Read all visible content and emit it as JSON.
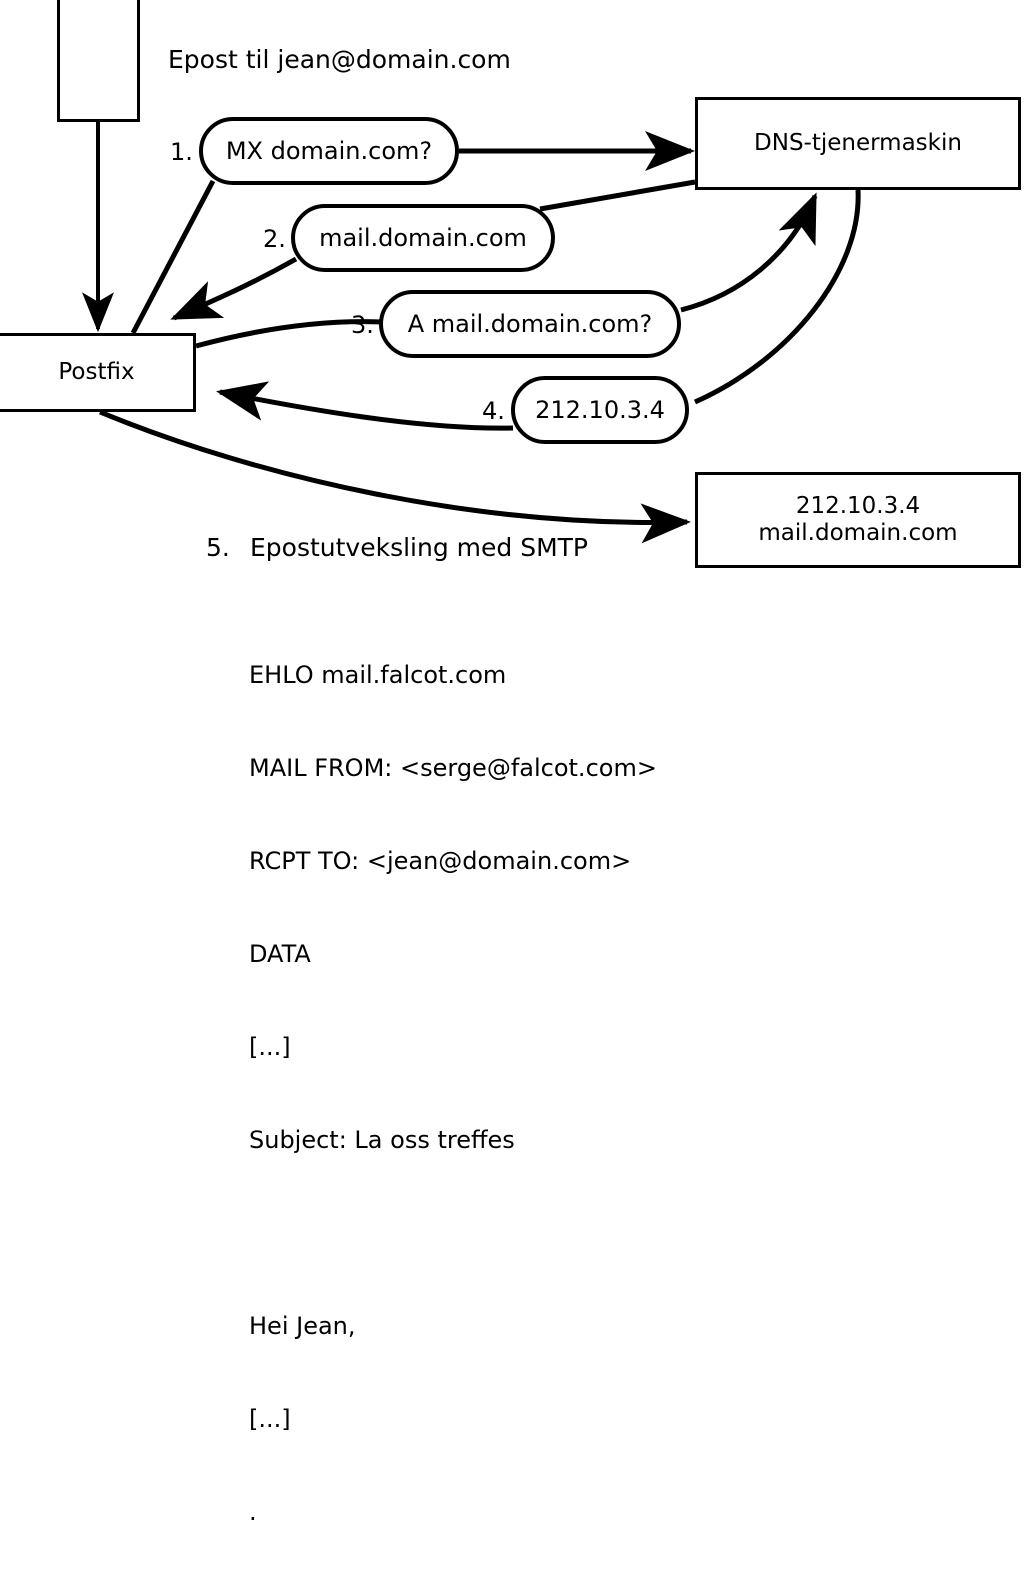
{
  "diagram": {
    "title_text": "Epost til jean@domain.com",
    "colors": {
      "stroke": "#000000",
      "background": "#ffffff",
      "text": "#000000"
    },
    "nodes": {
      "client_box": {
        "label": ""
      },
      "postfix_box": {
        "label": "Postfix"
      },
      "dns_box": {
        "label": "DNS-tjenermaskin"
      },
      "mailserver_box": {
        "line1": "212.10.3.4",
        "line2": "mail.domain.com"
      }
    },
    "steps": [
      {
        "number": "1.",
        "bubble": "MX domain.com?"
      },
      {
        "number": "2.",
        "bubble": "mail.domain.com"
      },
      {
        "number": "3.",
        "bubble": "A mail.domain.com?"
      },
      {
        "number": "4.",
        "bubble": "212.10.3.4"
      }
    ],
    "step5": {
      "number": "5.",
      "label": "Epostutveksling med SMTP"
    },
    "smtp_transcript": [
      "EHLO mail.falcot.com",
      "MAIL FROM: <serge@falcot.com>",
      "RCPT TO: <jean@domain.com>",
      "DATA",
      "[...]",
      "Subject: La oss treffes",
      "",
      "Hei Jean,",
      "[...]",
      "."
    ]
  }
}
